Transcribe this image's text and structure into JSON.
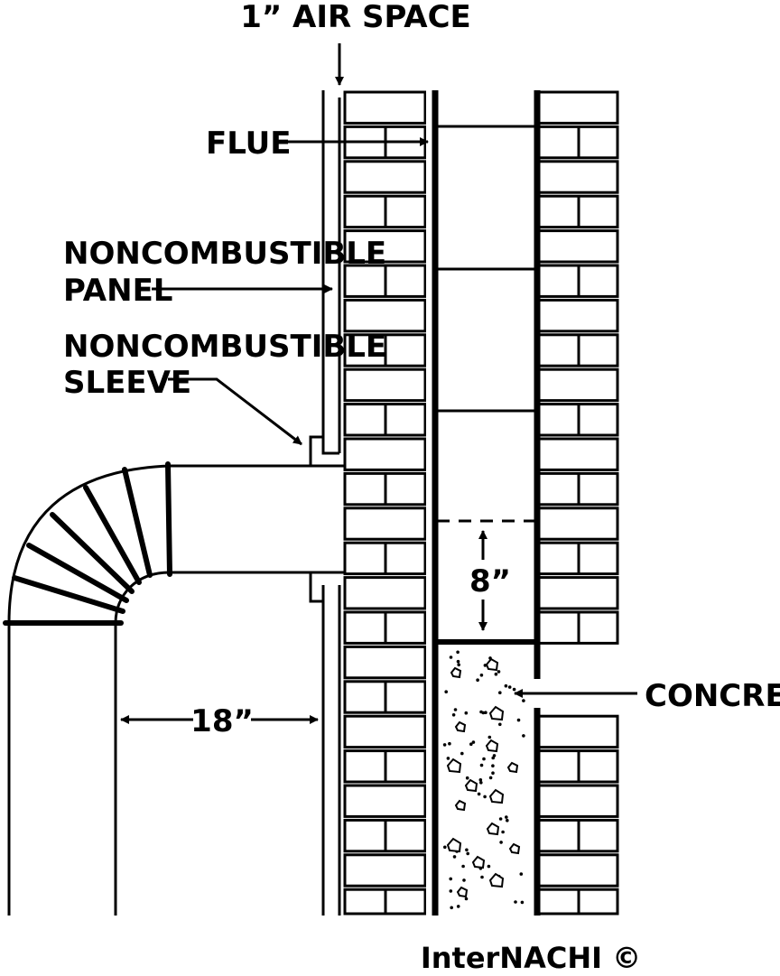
{
  "labels": {
    "air_space": "1” AIR SPACE",
    "flue": "FLUE",
    "panel_line1": "NONCOMBUSTIBLE",
    "panel_line2": "PANEL",
    "sleeve_line1": "NONCOMBUSTIBLE",
    "sleeve_line2": "SLEEVE",
    "clearance": "8”",
    "concrete": "CONCRETE",
    "distance": "18”",
    "credit": "InterNACHI ©"
  },
  "colors": {
    "ink": "#000000",
    "paper": "#ffffff"
  }
}
